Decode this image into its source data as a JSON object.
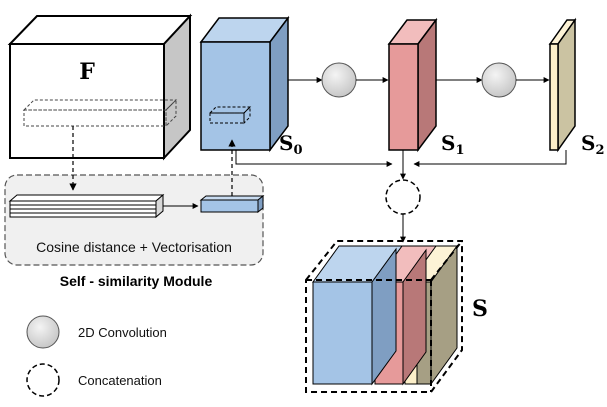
{
  "feature_map": {
    "label": "F"
  },
  "outputs": {
    "s0": {
      "base": "S",
      "sub": "0"
    },
    "s1": {
      "base": "S",
      "sub": "1"
    },
    "s2": {
      "base": "S",
      "sub": "2"
    },
    "s": {
      "label": "S"
    }
  },
  "module": {
    "caption": "Cosine distance + Vectorisation",
    "title": "Self - similarity Module"
  },
  "legend": {
    "conv_label": "2D Convolution",
    "concat_label": "Concatenation"
  },
  "colors": {
    "blue": "#a4c4e6",
    "red": "#e69a9a",
    "cream": "#fcefc9",
    "module_bg": "#f0f0f0"
  }
}
